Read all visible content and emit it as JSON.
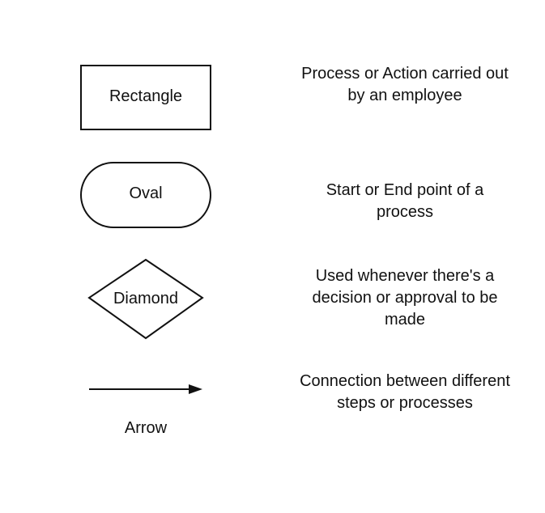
{
  "legend": {
    "items": [
      {
        "shape": "rectangle",
        "label": "Rectangle",
        "description": "Process or Action carried out by an employee"
      },
      {
        "shape": "oval",
        "label": "Oval",
        "description": "Start or End point of a process"
      },
      {
        "shape": "diamond",
        "label": "Diamond",
        "description": "Used whenever there's a decision or approval to be made"
      },
      {
        "shape": "arrow",
        "label": "Arrow",
        "description": "Connection between different steps or processes"
      }
    ]
  },
  "colors": {
    "stroke": "#111111",
    "background": "#ffffff"
  }
}
